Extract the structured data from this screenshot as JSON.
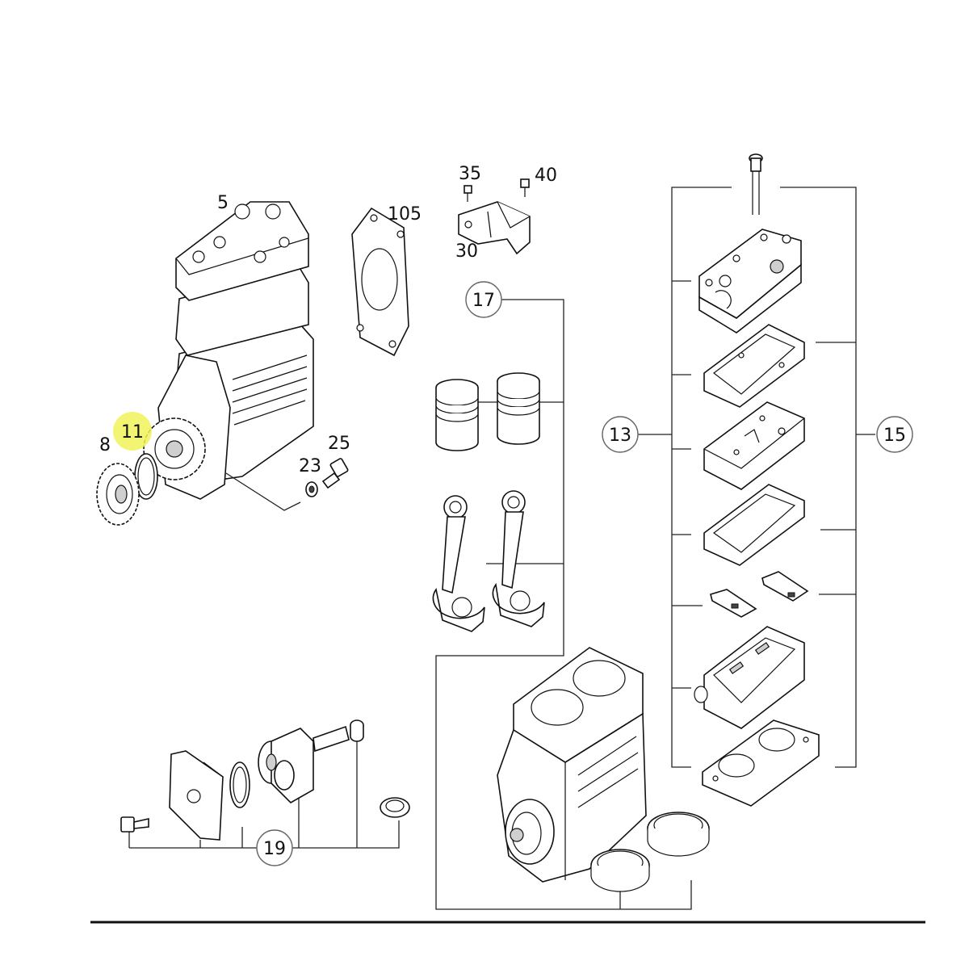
{
  "diagram": {
    "highlight_color": "#f2f25a",
    "callouts": {
      "c5": "5",
      "c105": "105",
      "c35": "35",
      "c40": "40",
      "c30": "30",
      "c17": "17",
      "c13": "13",
      "c15": "15",
      "c11": "11",
      "c8": "8",
      "c23": "23",
      "c25": "25",
      "c19": "19"
    }
  }
}
